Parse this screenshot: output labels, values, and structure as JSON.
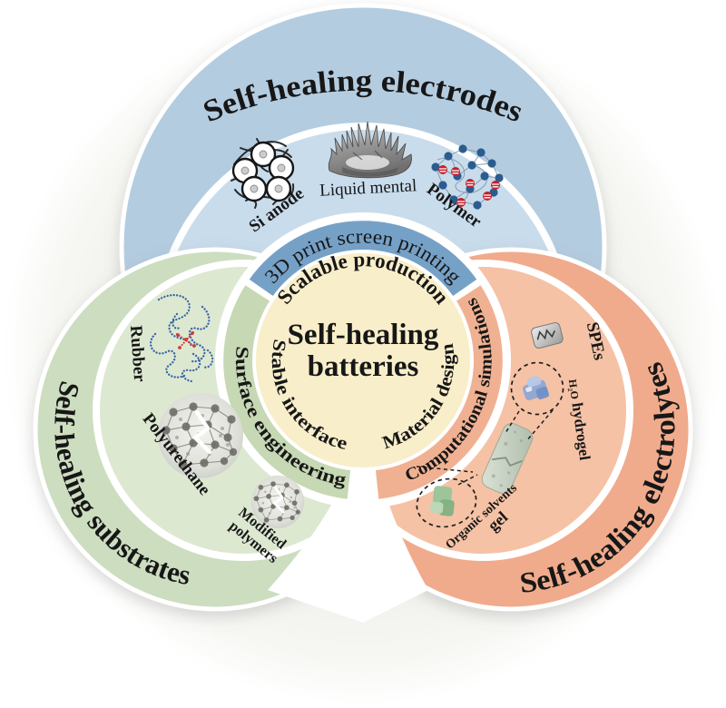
{
  "figure": {
    "type": "venn-style concept diagram",
    "center": {
      "title_line1": "Self-healing",
      "title_line2": "batteries"
    },
    "rings": {
      "top_band": "3D print screen printing",
      "scalable": "Scalable production",
      "stable": "Stable interface",
      "surface": "Surface engineering",
      "material": "Material design",
      "computational": "Computational simulations"
    },
    "petals": {
      "electrodes": {
        "title": "Self-healing electrodes",
        "items": [
          {
            "label": "Si anode",
            "icon": "si-anode-icon"
          },
          {
            "label": "Liquid mental",
            "icon": "liquid-metal-icon"
          },
          {
            "label": "Polymer",
            "icon": "polymer-network-icon"
          }
        ]
      },
      "substrates": {
        "title": "Self-healing substrates",
        "items": [
          {
            "label": "Rubber",
            "icon": "rubber-chains-icon"
          },
          {
            "label": "Polyurethane",
            "icon": "polyurethane-network-icon"
          },
          {
            "label_line1": "Modified",
            "label_line2": "polymers",
            "icon": "modified-polymer-icon"
          }
        ]
      },
      "electrolytes": {
        "title": "Self-healing electrolytes",
        "items": [
          {
            "label": "SPEs",
            "icon": "spes-chip-icon"
          },
          {
            "label_prefix": "H₂O",
            "label": "hydrogel",
            "icon": "hydrogel-chunk-icon"
          },
          {
            "label_line1": "Organic solvents",
            "label_line2": "gel",
            "icon": "organic-gel-chunk-icon"
          }
        ]
      }
    }
  },
  "colors": {
    "electrodes_outer": "#b4cce0",
    "electrodes_inner": "#c9dcec",
    "electrodes_band": "#76a1c7",
    "substrates_outer": "#cdddc0",
    "substrates_inner": "#dde8d1",
    "substrates_band": "#c6d8b4",
    "electrolytes_outer": "#f0ab8c",
    "electrolytes_inner": "#f5c2a5",
    "electrolytes_band": "#f0b192",
    "center_fill": "#f8eeca",
    "text": "#171717",
    "background": "#f2f2ef"
  }
}
